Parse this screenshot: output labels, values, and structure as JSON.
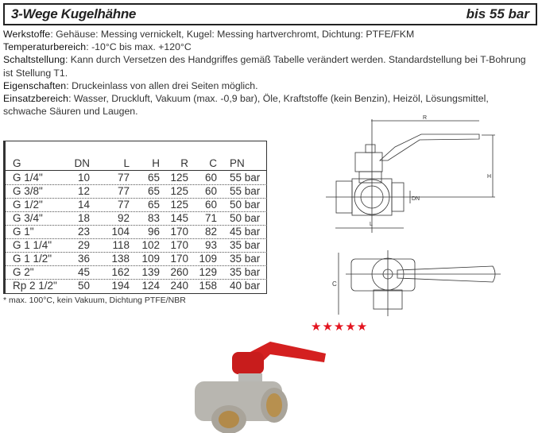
{
  "header": {
    "title": "3-Wege Kugelhähne",
    "pressure": "bis 55 bar"
  },
  "description": [
    {
      "label": "Werkstoffe",
      "text": ": Gehäuse: Messing vernickelt, Kugel: Messing hartverchromt, Dichtung: PTFE/FKM"
    },
    {
      "label": "Temperaturbereich",
      "text": ": -10°C bis max. +120°C"
    },
    {
      "label": "Schaltstellung",
      "text": ": Kann durch Versetzen des Handgriffes gemäß Tabelle verändert werden. Standardstellung bei T-Bohrung ist Stellung T1."
    },
    {
      "label": "Eigenschaften",
      "text": ": Druckeinlass von allen drei Seiten möglich."
    },
    {
      "label": "Einsatzbereich",
      "text": ": Wasser, Druckluft, Vakuum (max. -0,9 bar), Öle, Kraftstoffe (kein Benzin), Heizöl, Lösungsmittel, schwache Säuren und Laugen."
    }
  ],
  "table": {
    "headers": [
      "G",
      "DN",
      "L",
      "H",
      "R",
      "C",
      "PN"
    ],
    "rows": [
      [
        "G 1/4\"",
        "10",
        "77",
        "65",
        "125",
        "60",
        "55 bar"
      ],
      [
        "G 3/8\"",
        "12",
        "77",
        "65",
        "125",
        "60",
        "55 bar"
      ],
      [
        "G 1/2\"",
        "14",
        "77",
        "65",
        "125",
        "60",
        "50 bar"
      ],
      [
        "G 3/4\"",
        "18",
        "92",
        "83",
        "145",
        "71",
        "50 bar"
      ],
      [
        "G 1\"",
        "23",
        "104",
        "96",
        "170",
        "82",
        "45 bar"
      ],
      [
        "G 1 1/4\"",
        "29",
        "118",
        "102",
        "170",
        "93",
        "35 bar"
      ],
      [
        "G 1 1/2\"",
        "36",
        "138",
        "109",
        "170",
        "109",
        "35 bar"
      ],
      [
        "G 2\"",
        "45",
        "162",
        "139",
        "260",
        "129",
        "35 bar"
      ],
      [
        "Rp 2 1/2\"",
        "50",
        "194",
        "124",
        "240",
        "158",
        "40 bar"
      ]
    ],
    "footnote": "* max. 100°C, kein Vakuum, Dichtung PTFE/NBR"
  },
  "drawing": {
    "dim_R": "R",
    "dim_H": "H",
    "dim_L": "L",
    "dim_DN": "DN",
    "dim_C": "C"
  },
  "rating": {
    "stars": "★★★★★",
    "value": 5,
    "max": 5,
    "color": "#e3141f"
  }
}
